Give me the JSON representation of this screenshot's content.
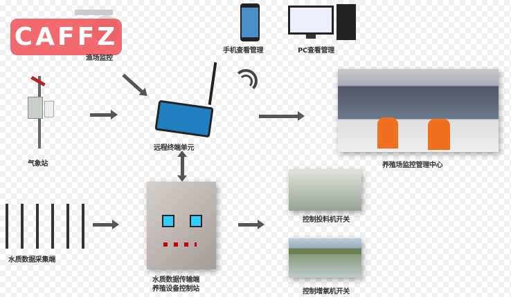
{
  "logo": {
    "text": "CAFFZ",
    "color": "#f05a5e"
  },
  "nodes": {
    "camera": "渔场监控",
    "weather": "气象站",
    "rtu": "远程终端单元",
    "phone": "手机查看管理",
    "pc": "PC查看管理",
    "center": "养殖场监控管理中心",
    "sensors": "水质数据采集端",
    "cabinet_line1": "水质数据传输端",
    "cabinet_line2": "养殖设备控制站",
    "feeder": "控制投料机开关",
    "aerator": "控制增氧机开关"
  }
}
